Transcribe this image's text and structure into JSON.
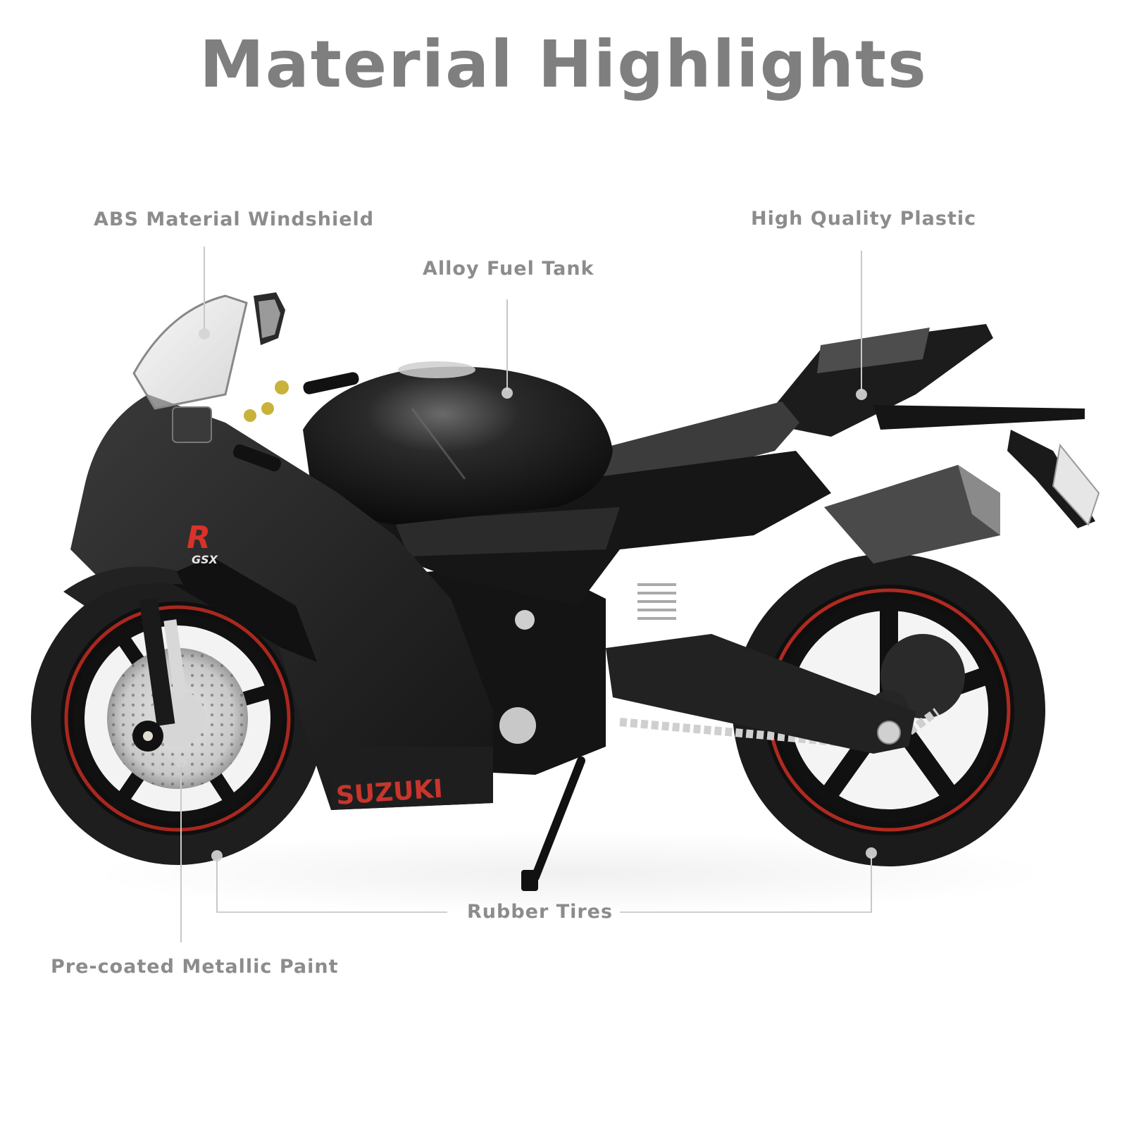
{
  "page": {
    "title": "Material Highlights"
  },
  "callouts": [
    {
      "id": "windshield",
      "label": "ABS Material Windshield"
    },
    {
      "id": "fuel-tank",
      "label": "Alloy Fuel Tank"
    },
    {
      "id": "plastic",
      "label": "High Quality Plastic"
    },
    {
      "id": "tires",
      "label": "Rubber Tires"
    },
    {
      "id": "paint",
      "label": "Pre-coated Metallic Paint"
    }
  ],
  "product": {
    "logo_r": "R",
    "logo_gsx": "GSX",
    "brand_text": "SUZUKI"
  },
  "colors": {
    "title": "#7f7f7f",
    "label": "#8c8c8c",
    "leader_line": "#c8c8c8",
    "body": "#1a1a1a",
    "accent_red": "#d8322b",
    "rim_stripe": "#a8281e"
  }
}
